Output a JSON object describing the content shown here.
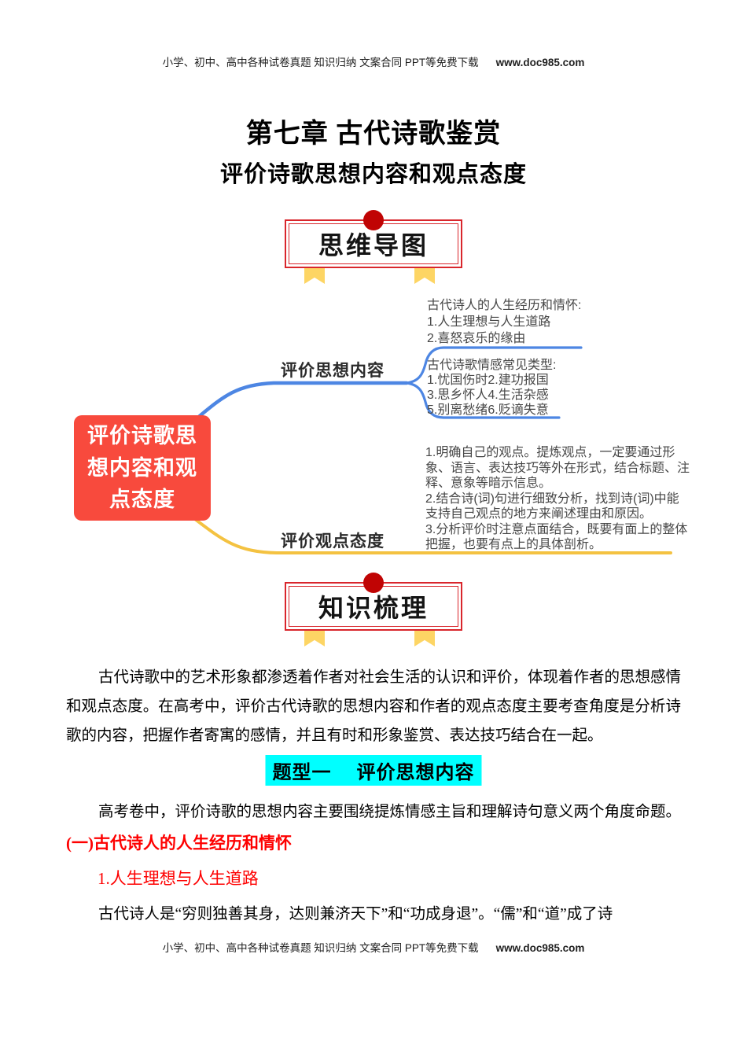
{
  "page": {
    "header_text": "小学、初中、高中各种试卷真题  知识归纳  文案合同  PPT等免费下载",
    "site": "www.doc985.com",
    "footer_text": "小学、初中、高中各种试卷真题  知识归纳  文案合同  PPT等免费下载",
    "title": "第七章 古代诗歌鉴赏",
    "subtitle": "评价诗歌思想内容和观点态度"
  },
  "banners": {
    "mindmap_label": "思维导图",
    "knowledge_label": "知识梳理",
    "border_color": "#d9262c",
    "circle_color": "#c00404",
    "ribbon_color": "#fdd564"
  },
  "mindmap": {
    "root": "评价诗歌思\n想内容和观\n点态度",
    "branch1": {
      "label": "评价思想内容",
      "node1": "古代诗人的人生经历和情怀:\n1.人生理想与人生道路\n2.喜怒哀乐的缘由",
      "node2": "古代诗歌情感常见类型:\n1.忧国伤时2.建功报国\n3.思乡怀人4.生活杂感\n5.别离愁绪6.贬谪失意"
    },
    "branch2": {
      "label": "评价观点态度",
      "node": "1.明确自己的观点。提炼观点，一定要通过形\n象、语言、表达技巧等外在形式，结合标题、注\n释、意象等暗示信息。\n2.结合诗(词)句进行细致分析，找到诗(词)中能\n支持自己观点的地方来阐述理由和原因。\n3.分析评价时注意点面结合，既要有面上的整体\n把握，也要有点上的具体剖析。"
    },
    "colors": {
      "root_bg": "#f84a3d",
      "branch1_line": "#4d86e3",
      "branch2_line": "#f4c241"
    }
  },
  "knowledge": {
    "intro": "古代诗歌中的艺术形象都渗透着作者对社会生活的认识和评价，体现着作者的思想感情和观点态度。在高考中，评价古代诗歌的思想内容和作者的观点态度主要考查角度是分析诗歌的内容，把握作者寄寓的感情，并且有时和形象鉴赏、表达技巧结合在一起。"
  },
  "section": {
    "type_title": "题型一　 评价思想内容",
    "type_title_bg": "#00ffff",
    "type_intro": "高考卷中，评价诗歌的思想内容主要围绕提炼情感主旨和理解诗句意义两个角度命题。",
    "sub_heading": "(一)古代诗人的人生经历和情怀",
    "sub_sub_heading": "1.人生理想与人生道路",
    "heading_color": "#fe0000",
    "body": "古代诗人是“穷则独善其身，达则兼济天下”和“功成身退”。“儒”和“道”成了诗"
  }
}
